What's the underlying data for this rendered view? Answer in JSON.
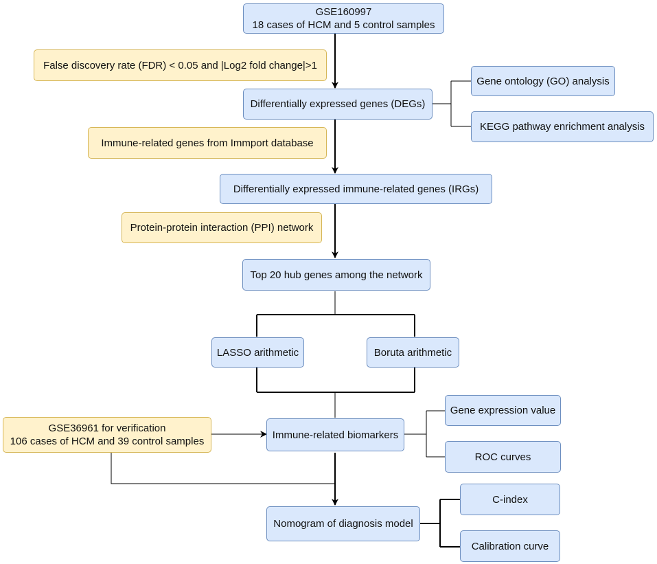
{
  "palette": {
    "process_fill": "#dae8fc",
    "process_border": "#6c8ebf",
    "criteria_fill": "#fff2cc",
    "criteria_border": "#d6b656",
    "edge": "#000000"
  },
  "nodes": {
    "gse160997": {
      "line1": "GSE160997",
      "line2": "18 cases of HCM and 5 control samples"
    },
    "fdr_criteria": {
      "label": "False discovery rate (FDR) < 0.05 and |Log2 fold change|>1"
    },
    "degs": {
      "label": "Differentially expressed genes (DEGs)"
    },
    "go_analysis": {
      "label": "Gene ontology (GO) analysis"
    },
    "kegg_analysis": {
      "label": "KEGG pathway enrichment analysis"
    },
    "immport": {
      "label": "Immune-related genes from Immport database"
    },
    "irgs": {
      "label": "Differentially expressed immune-related genes (IRGs)"
    },
    "ppi": {
      "label": "Protein-protein interaction (PPI) network"
    },
    "hub_genes": {
      "label": "Top 20 hub genes among the network"
    },
    "lasso": {
      "label": "LASSO arithmetic"
    },
    "boruta": {
      "label": "Boruta arithmetic"
    },
    "gse36961": {
      "line1": "GSE36961 for verification",
      "line2": "106 cases of HCM and 39 control samples"
    },
    "biomarkers": {
      "label": "Immune-related biomarkers"
    },
    "gene_expression": {
      "label": "Gene expression value"
    },
    "roc": {
      "label": "ROC curves"
    },
    "nomogram": {
      "label": "Nomogram of diagnosis model"
    },
    "c_index": {
      "label": "C-index"
    },
    "calibration": {
      "label": "Calibration curve"
    }
  }
}
